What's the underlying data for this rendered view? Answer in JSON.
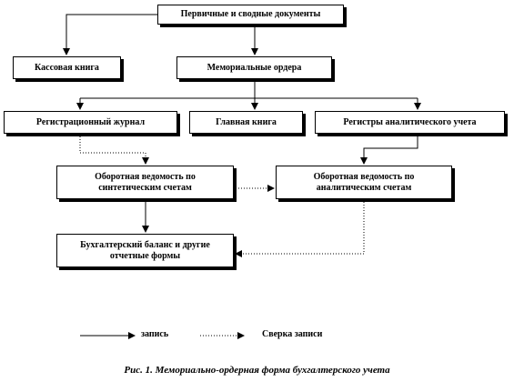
{
  "nodes": {
    "primary_docs": "Первичные и сводные документы",
    "cash_book": "Кассовая книга",
    "memorial_orders": "Мемориальные ордера",
    "registration_journal": "Регистрационный журнал",
    "general_ledger": "Главная книга",
    "analytical_registers": "Регистры аналитического  учета",
    "synthetic_turnover_line1": "Оборотная ведомость по",
    "synthetic_turnover_line2": "синтетическим  счетам",
    "analytical_turnover_line1": "Оборотная ведомость по",
    "analytical_turnover_line2": "аналитическим  счетам",
    "balance_line1": "Бухгалтерский баланс и другие",
    "balance_line2": "отчетные  формы"
  },
  "legend": {
    "posting": "запись",
    "reconciliation": "Сверка записи"
  },
  "caption": "Рис. 1. Мемориально-ордерная форма бухгалтерского учета"
}
